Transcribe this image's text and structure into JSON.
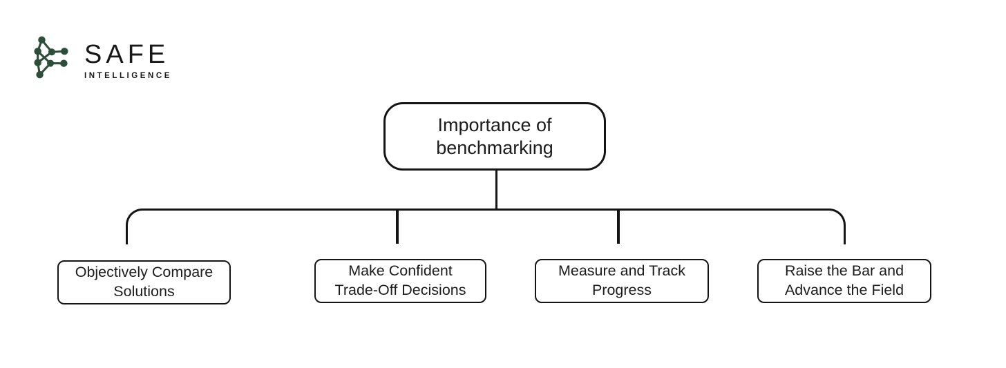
{
  "logo": {
    "brand": "SAFE",
    "subbrand": "INTELLIGENCE",
    "icon": "network-graph-icon",
    "color": "#2d4f3a"
  },
  "diagram": {
    "root": {
      "label": "Importance of\nbenchmarking"
    },
    "children": [
      {
        "label": "Objectively Compare\nSolutions"
      },
      {
        "label": "Make Confident\nTrade-Off Decisions"
      },
      {
        "label": "Measure and Track\nProgress"
      },
      {
        "label": "Raise the Bar and\nAdvance the Field"
      }
    ]
  },
  "colors": {
    "background": "#ffffff",
    "line": "#141414",
    "text": "#1c1c1c",
    "logo_green": "#2d4f3a"
  }
}
